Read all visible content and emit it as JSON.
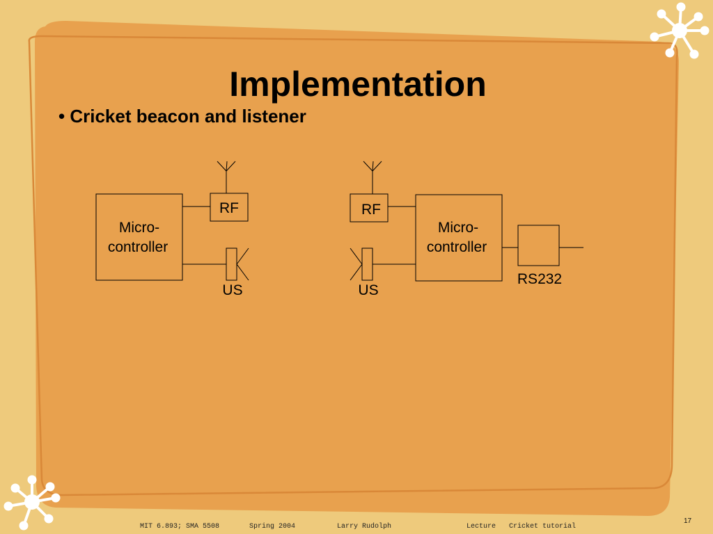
{
  "slide": {
    "title": "Implementation",
    "bullet": "• Cricket beacon and listener"
  },
  "diagram": {
    "beacon": {
      "micro_label_line1": "Micro-",
      "micro_label_line2": "controller",
      "rf_label": "RF",
      "us_label": "US"
    },
    "listener": {
      "micro_label_line1": "Micro-",
      "micro_label_line2": "controller",
      "rf_label": "RF",
      "us_label": "US",
      "rs232_label": "RS232"
    }
  },
  "footer": {
    "course": "MIT 6.893; SMA 5508",
    "term": "Spring 2004",
    "author": "Larry Rudolph",
    "type": "Lecture",
    "topic": "Cricket tutorial",
    "page": "17"
  },
  "colors": {
    "background": "#EECA7C",
    "panel": "#E8A14E",
    "panel_border": "#D98838",
    "decor": "#FFFFFF"
  }
}
